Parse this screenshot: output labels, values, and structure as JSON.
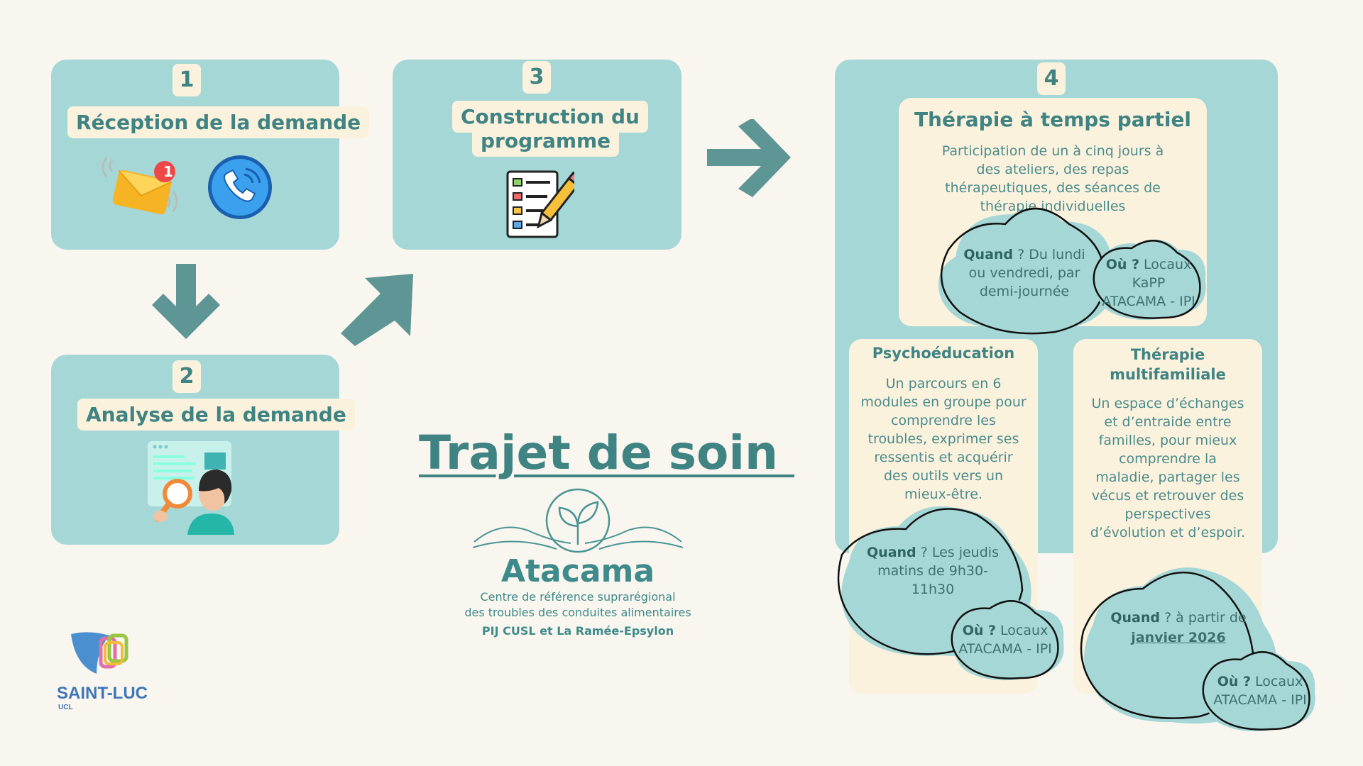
{
  "title": "Trajet de soin ",
  "steps": [
    {
      "number": "1",
      "label": "Réception de la demande"
    },
    {
      "number": "2",
      "label": "Analyse de la demande"
    },
    {
      "number": "3",
      "label_line1": "Construction du",
      "label_line2": "programme"
    },
    {
      "number": "4"
    }
  ],
  "notification_count": "1",
  "therapie_partielle": {
    "title": "Thérapie à temps partiel",
    "text": "Participation de un à cinq jours à des ateliers, des repas thérapeutiques, des séances de thérapie individuelles",
    "quand_label": "Quand",
    "quand": " ? Du lundi ou vendredi, par demi-journée",
    "ou_label": "Où ?",
    "ou": " Locaux KaPP ATACAMA - IPI"
  },
  "psychoeducation": {
    "title": "Psychoéducation",
    "text": "Un parcours en 6 modules en groupe pour comprendre les troubles, exprimer ses ressentis et acquérir des outils vers un mieux-être.",
    "quand_label": "Quand",
    "quand": " ? Les jeudis matins de 9h30-11h30",
    "ou_label": "Où ?",
    "ou": " Locaux ATACAMA - IPI"
  },
  "multifamiliale": {
    "title_line1": "Thérapie",
    "title_line2": "multifamiliale",
    "text": "Un espace d’échanges et d’entraide entre familles, pour mieux comprendre la maladie, partager les vécus et retrouver des perspectives d’évolution et d’espoir.",
    "quand_label": "Quand",
    "quand": " ? à partir de",
    "quand_date": "janvier 2026",
    "ou_label": "Où ?",
    "ou": " Locaux ATACAMA - IPI"
  },
  "atacama": {
    "name": "Atacama",
    "line1": "Centre de référence suprarégional",
    "line2": "des troubles des conduites alimentaires",
    "line3": "PIJ CUSL et La Ramée-Epsylon"
  },
  "saintluc": {
    "name": "SAINT-LUC",
    "sub": "UCL"
  },
  "colors": {
    "box": "#a6d7d7",
    "card": "#fbf2de",
    "accent": "#3f8383",
    "arrow": "#5e9595",
    "background": "#f8f6ef"
  }
}
